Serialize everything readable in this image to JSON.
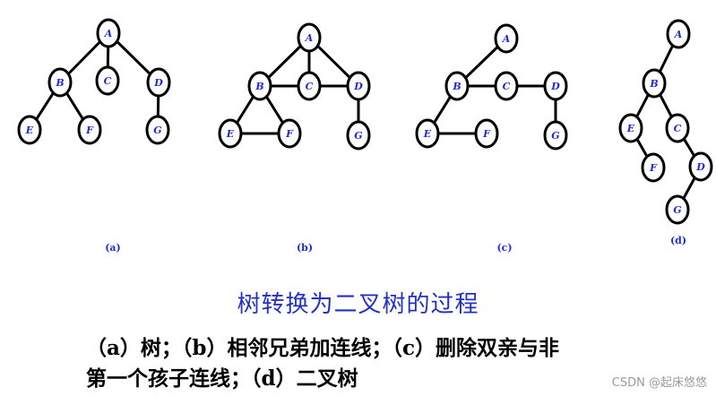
{
  "colors": {
    "node_text": "#1f2bd6",
    "title": "#2330c8",
    "caption": "#000000",
    "edge": "#000000",
    "watermark": "#9a9a9a"
  },
  "panels": [
    {
      "id": "a",
      "label": "(a)",
      "nodes": [
        "A",
        "B",
        "C",
        "D",
        "E",
        "F",
        "G"
      ],
      "edges": [
        [
          "A",
          "B"
        ],
        [
          "A",
          "C"
        ],
        [
          "A",
          "D"
        ],
        [
          "B",
          "E"
        ],
        [
          "B",
          "F"
        ],
        [
          "D",
          "G"
        ]
      ]
    },
    {
      "id": "b",
      "label": "(b)",
      "nodes": [
        "A",
        "B",
        "C",
        "D",
        "E",
        "F",
        "G"
      ],
      "edges": [
        [
          "A",
          "B"
        ],
        [
          "A",
          "C"
        ],
        [
          "A",
          "D"
        ],
        [
          "B",
          "C"
        ],
        [
          "C",
          "D"
        ],
        [
          "B",
          "E"
        ],
        [
          "B",
          "F"
        ],
        [
          "E",
          "F"
        ],
        [
          "D",
          "G"
        ]
      ]
    },
    {
      "id": "c",
      "label": "(c)",
      "nodes": [
        "A",
        "B",
        "C",
        "D",
        "E",
        "F",
        "G"
      ],
      "edges": [
        [
          "A",
          "B"
        ],
        [
          "B",
          "C"
        ],
        [
          "C",
          "D"
        ],
        [
          "B",
          "E"
        ],
        [
          "E",
          "F"
        ],
        [
          "D",
          "G"
        ]
      ]
    },
    {
      "id": "d",
      "label": "(d)",
      "nodes": [
        "A",
        "B",
        "C",
        "D",
        "E",
        "F",
        "G"
      ],
      "edges": [
        [
          "A",
          "B"
        ],
        [
          "B",
          "E"
        ],
        [
          "B",
          "C"
        ],
        [
          "E",
          "F"
        ],
        [
          "C",
          "D"
        ],
        [
          "D",
          "G"
        ]
      ]
    }
  ],
  "title": "树转换为二叉树的过程",
  "caption": {
    "line1": "（a）树；（b）相邻兄弟加连线；（c）删除双亲与非",
    "line2": "第一个孩子连线；（d）二叉树"
  },
  "watermark": "CSDN @起床悠悠"
}
